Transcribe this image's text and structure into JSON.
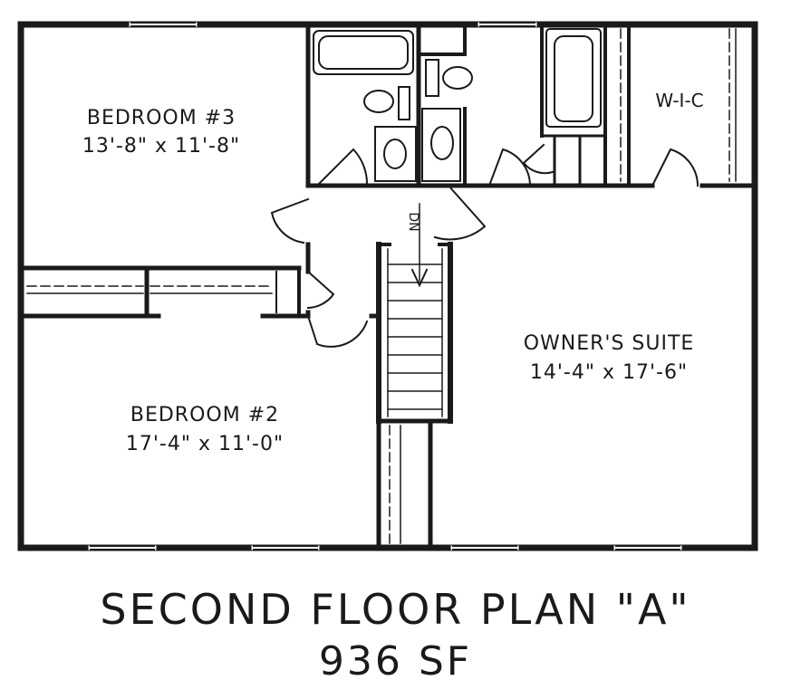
{
  "plan": {
    "title": "SECOND FLOOR PLAN \"A\"",
    "area": "936 SF",
    "rooms": {
      "bedroom3": {
        "name": "BEDROOM #3",
        "dims": "13'-8\" x 11'-8\""
      },
      "bedroom2": {
        "name": "BEDROOM #2",
        "dims": "17'-4\" x 11'-0\""
      },
      "owners_suite": {
        "name": "OWNER'S SUITE",
        "dims": "14'-4\" x 17'-6\""
      },
      "walk_in_closet": {
        "name": "W-I-C"
      }
    },
    "stair": {
      "label": "DN"
    },
    "colors": {
      "wall": "#1a1a1a",
      "background": "#ffffff"
    }
  }
}
